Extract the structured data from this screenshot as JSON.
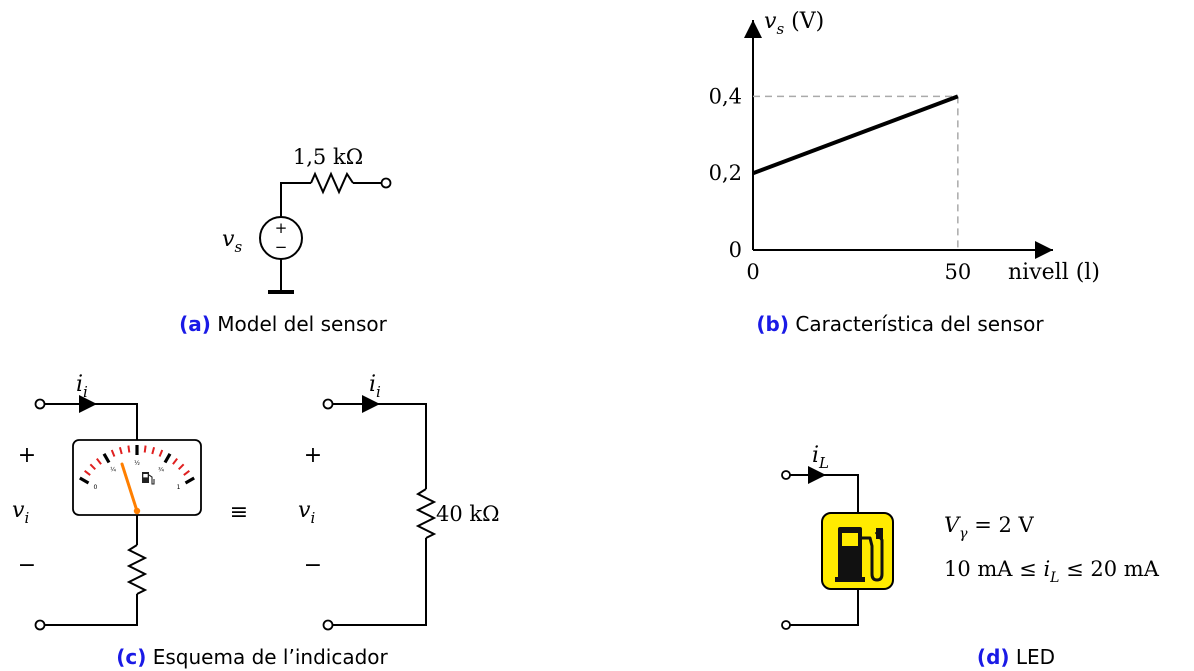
{
  "colors": {
    "caption_label": "#1a1ae6",
    "needle": "#ff7f00",
    "tick_red": "#e02020",
    "led_yellow": "#ffeb00",
    "grid_dash": "#aaaaaa"
  },
  "panel_a": {
    "resistor_value": "1,5 kΩ",
    "source_symbol": "v",
    "source_sub": "s",
    "plus": "+",
    "minus": "−",
    "caption_label": "(a)",
    "caption_text": "Model del sensor"
  },
  "panel_b": {
    "caption_label": "(b)",
    "caption_text": "Característica del sensor",
    "chart_data": {
      "type": "line",
      "ylabel_symbol": "v",
      "ylabel_sub": "s",
      "ylabel_unit": "(V)",
      "xlabel": "nivell (l)",
      "x_ticks": [
        "0",
        "50"
      ],
      "y_ticks": [
        "0",
        "0,2",
        "0,4"
      ],
      "x": [
        0,
        50
      ],
      "y": [
        0.2,
        0.4
      ],
      "xlim": [
        0,
        62
      ],
      "ylim": [
        0,
        0.5
      ]
    }
  },
  "panel_c": {
    "current_symbol": "i",
    "current_sub": "i",
    "voltage_symbol": "v",
    "voltage_sub": "i",
    "plus": "+",
    "minus": "−",
    "equiv": "≡",
    "resistor_value": "40 kΩ",
    "caption_label": "(c)",
    "caption_text": "Esquema de l’indicador",
    "gauge_marks": [
      "0",
      "¼",
      "½",
      "¾",
      "1"
    ],
    "gauge_icon": "fuel-pump-icon"
  },
  "panel_d": {
    "current_symbol": "i",
    "current_sub": "L",
    "vgamma_symbol": "V",
    "vgamma_sub": "γ",
    "vgamma_eq": "= 2 V",
    "range_left": "10 mA ≤",
    "range_right": "≤ 20 mA",
    "caption_label": "(d)",
    "caption_text": "LED",
    "led_icon": "fuel-pump-icon"
  }
}
